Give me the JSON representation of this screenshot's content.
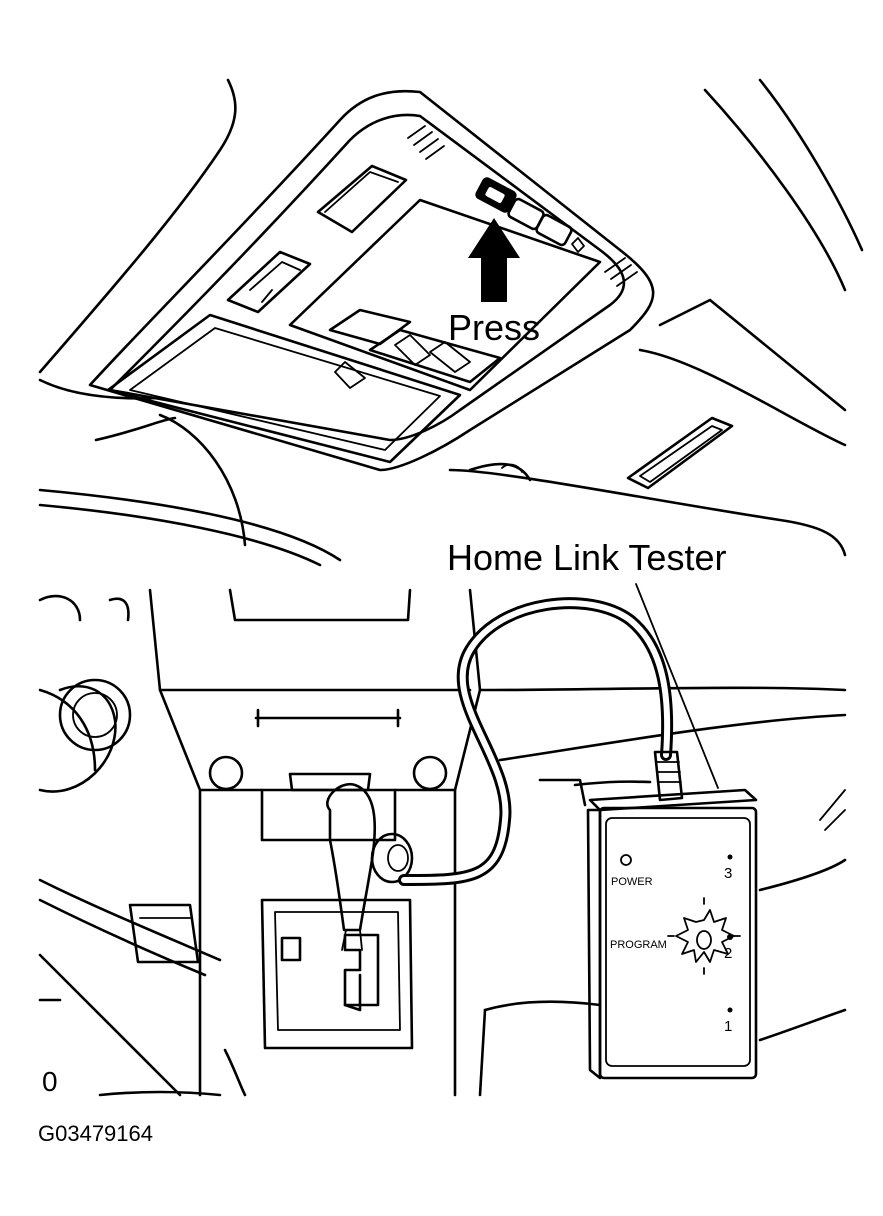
{
  "labels": {
    "press": "Press",
    "tester": "Home Link Tester",
    "corner_mark": "0",
    "figure_id": "G03479164"
  },
  "tester_device": {
    "power": "POWER",
    "program": "PROGRAM",
    "channel_3": "3",
    "channel_2": "2",
    "channel_1": "1"
  }
}
